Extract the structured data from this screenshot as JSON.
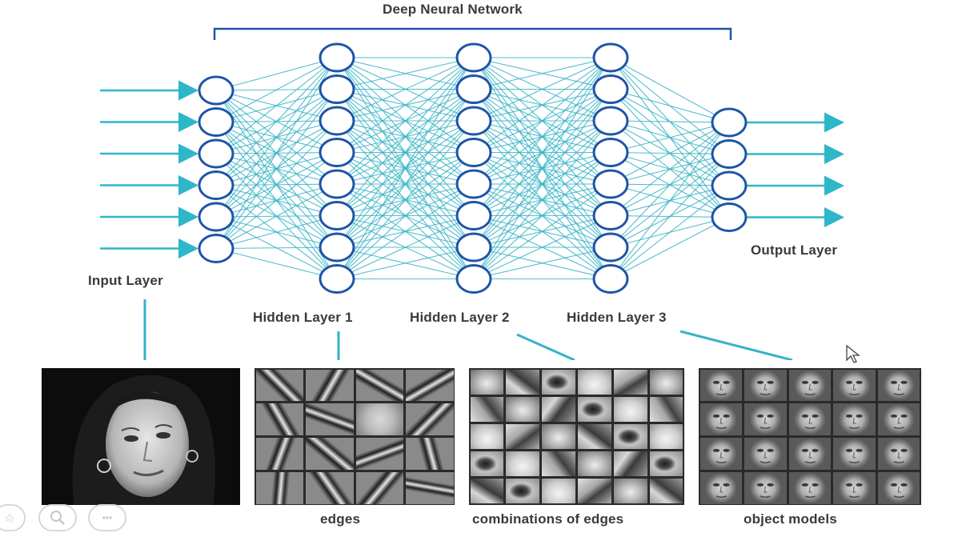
{
  "diagram": {
    "title": "Deep Neural Network",
    "layers": [
      {
        "label": "Input Layer",
        "nodes": 6
      },
      {
        "label": "Hidden Layer 1",
        "nodes": 8
      },
      {
        "label": "Hidden Layer 2",
        "nodes": 8
      },
      {
        "label": "Hidden Layer 3",
        "nodes": 8
      },
      {
        "label": "Output Layer",
        "nodes": 4
      }
    ],
    "panels": [
      {
        "caption": ""
      },
      {
        "caption": "edges"
      },
      {
        "caption": "combinations of edges"
      },
      {
        "caption": "object models"
      }
    ],
    "colors": {
      "edge": "#35b3c6",
      "node_stroke": "#1e54a8",
      "arrow": "#2eb6c9",
      "text": "#3a3a3a",
      "bracket": "#1e54a8"
    }
  },
  "viewer_controls": [
    {
      "icon": "print-icon"
    },
    {
      "icon": "zoom-icon"
    },
    {
      "icon": "more-icon"
    }
  ]
}
